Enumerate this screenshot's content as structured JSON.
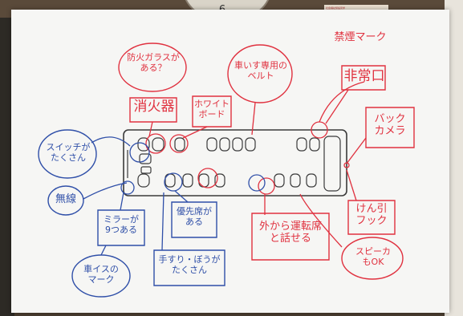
{
  "wall": {
    "clock_numbers": "6",
    "sticker_text": "社会福祉施設見学"
  },
  "notes": {
    "fire_question": "防火ガラスが\nある？",
    "fire_extinguisher": "消火器",
    "white_board": "ホワイト\nボード",
    "wheelchair_belt": "車いす専用の\nベルト",
    "no_smoking": "禁煙マーク",
    "emergency_exit": "非常口",
    "back_camera": "バック\nカメラ",
    "tow_hook": "けん引\nフック",
    "speaker": "スピーカ\nもOK",
    "outside_driver": "外から運転席\nと話せる",
    "switches": "スイッチが\nたくさん",
    "wireless": "無線",
    "mirrors": "ミラーが\n9つある",
    "priority_seat": "優先席が\nある",
    "handrails": "手すり・ぼうが\nたくさん",
    "wheelchair_mark": "車イスの\nマーク"
  },
  "colors": {
    "red_ink": "#e0313f",
    "blue_ink": "#2f4fa8",
    "paper": "#f6f6f4",
    "bus_outline": "#3a3a3a"
  }
}
